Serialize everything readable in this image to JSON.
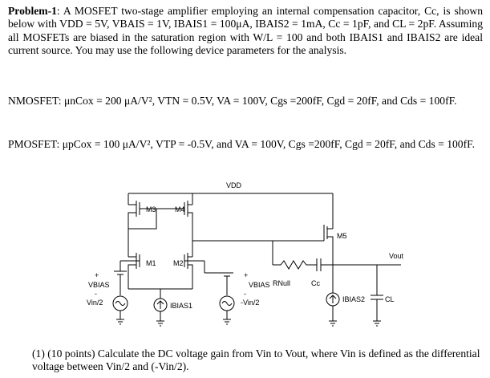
{
  "problem": {
    "heading": "Problem-1",
    "intro": ": A MOSFET two-stage amplifier employing an internal compensation capacitor, Cc, is shown below with VDD = 5V, VBAIS = 1V, IBAIS1 = 100μA, IBAIS2 = 1mA, Cc = 1pF, and CL = 2pF. Assuming all MOSFETs are biased in the saturation region with W/L = 100 and both IBAIS1 and IBAIS2 are ideal current source. You may use the following device parameters for the analysis.",
    "nmos_params": "NMOSFET: μnCox = 200 μA/V², VTN = 0.5V, VA = 100V, Cgs =200fF, Cgd = 20fF, and Cds = 100fF.",
    "pmos_params": "PMOSFET: μpCox = 100 μA/V², VTP = -0.5V, and VA = 100V, Cgs =200fF, Cgd = 20fF, and Cds = 100fF.",
    "question": "(1) (10 points) Calculate the DC voltage gain from Vin to Vout, where Vin is defined as the differential voltage between Vin/2 and (-Vin/2)."
  },
  "circuit": {
    "vdd": "VDD",
    "m1": "M1",
    "m2": "M2",
    "m3": "M3",
    "m4": "M4",
    "m5": "M5",
    "vbias_left": "VBIAS",
    "vbias_right": "VBIAS",
    "ibias1": "IBIAS1",
    "ibias2": "IBIAS2",
    "rnull": "RNull",
    "cc": "Cc",
    "cl": "CL",
    "vout": "Vout",
    "vin_half_left": "Vin/2",
    "vin_half_right": "-Vin/2",
    "plus": "+",
    "minus": "-"
  }
}
